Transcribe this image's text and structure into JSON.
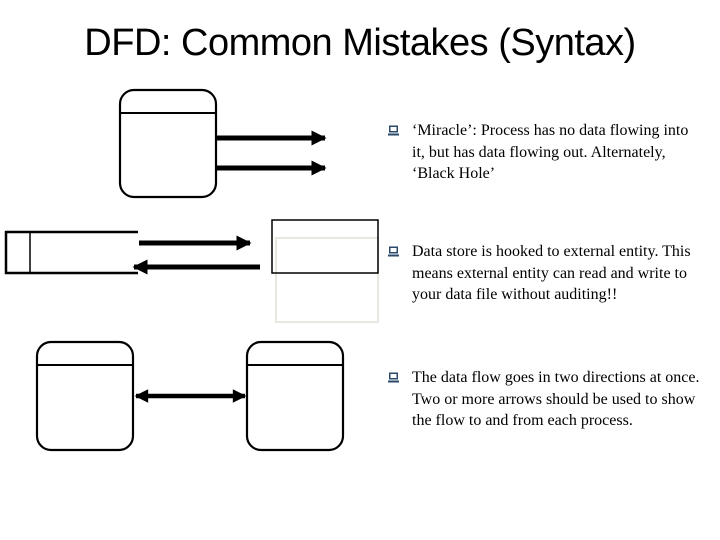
{
  "slide": {
    "title": "DFD: Common Mistakes (Syntax)"
  },
  "diagrams": [
    {
      "id": "miracle",
      "elements": [
        "process",
        "outgoing-arrow",
        "outgoing-arrow"
      ]
    },
    {
      "id": "store-to-entity",
      "elements": [
        "external-entity",
        "arrow-right",
        "arrow-left",
        "data-store"
      ]
    },
    {
      "id": "bidirectional",
      "elements": [
        "process",
        "double-headed-arrow",
        "process"
      ]
    }
  ],
  "bullets": [
    {
      "icon": "computer-bullet-icon",
      "text": "‘Miracle’: Process has no data flowing into it, but has data flowing out. Alternately, ‘Black Hole’"
    },
    {
      "icon": "computer-bullet-icon",
      "text": "Data store is hooked to external entity. This means external entity can read and write to your data file without auditing!!"
    },
    {
      "icon": "computer-bullet-icon",
      "text": "The data flow goes in two directions at once. Two or more arrows should be used to show the flow to and from each process."
    }
  ],
  "colors": {
    "bullet_icon": "#2b4a6b",
    "stroke": "#000000",
    "faint_box": "#e8e8e0"
  }
}
